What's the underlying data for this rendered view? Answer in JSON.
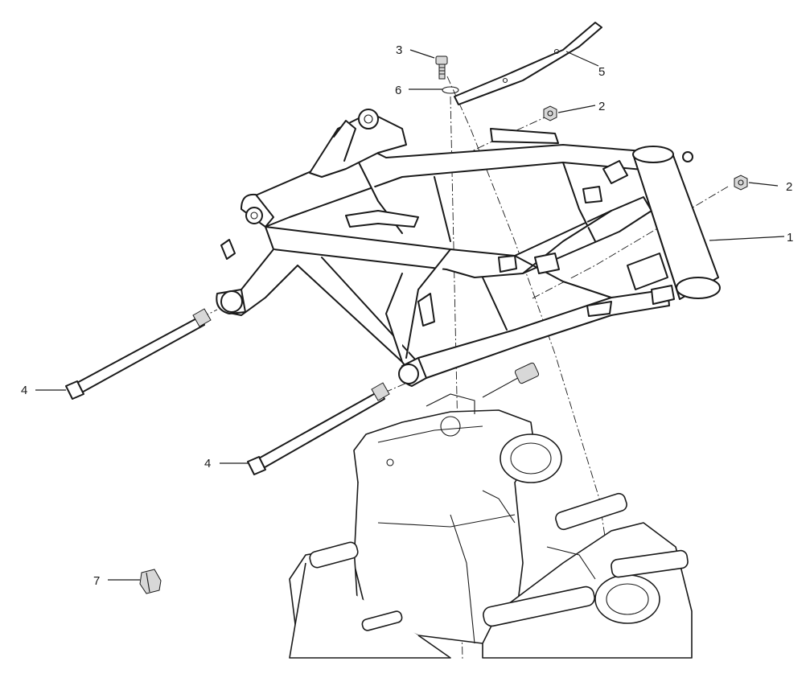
{
  "callouts": [
    {
      "id": "frame",
      "label": "1"
    },
    {
      "id": "nut-a",
      "label": "2"
    },
    {
      "id": "nut-b",
      "label": "2"
    },
    {
      "id": "screw-top",
      "label": "3"
    },
    {
      "id": "bolt-upper",
      "label": "4"
    },
    {
      "id": "bolt-lower",
      "label": "4"
    },
    {
      "id": "plate",
      "label": "5"
    },
    {
      "id": "washer",
      "label": "6"
    },
    {
      "id": "grommet",
      "label": "7"
    }
  ]
}
